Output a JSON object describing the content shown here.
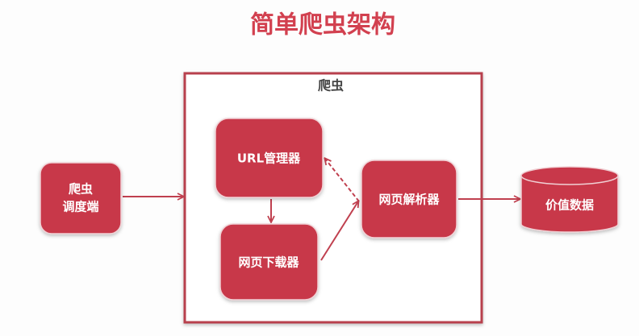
{
  "title": "简单爬虫架构",
  "colors": {
    "node": "#c8384a",
    "title": "#d2404f",
    "edge": "#c0404f"
  },
  "group": {
    "label": "爬虫"
  },
  "nodes": {
    "scheduler": {
      "line1": "爬虫",
      "line2": "调度端"
    },
    "url_manager": {
      "label": "URL管理器"
    },
    "downloader": {
      "label": "网页下载器"
    },
    "parser": {
      "label": "网页解析器"
    },
    "data": {
      "label": "价值数据"
    }
  }
}
